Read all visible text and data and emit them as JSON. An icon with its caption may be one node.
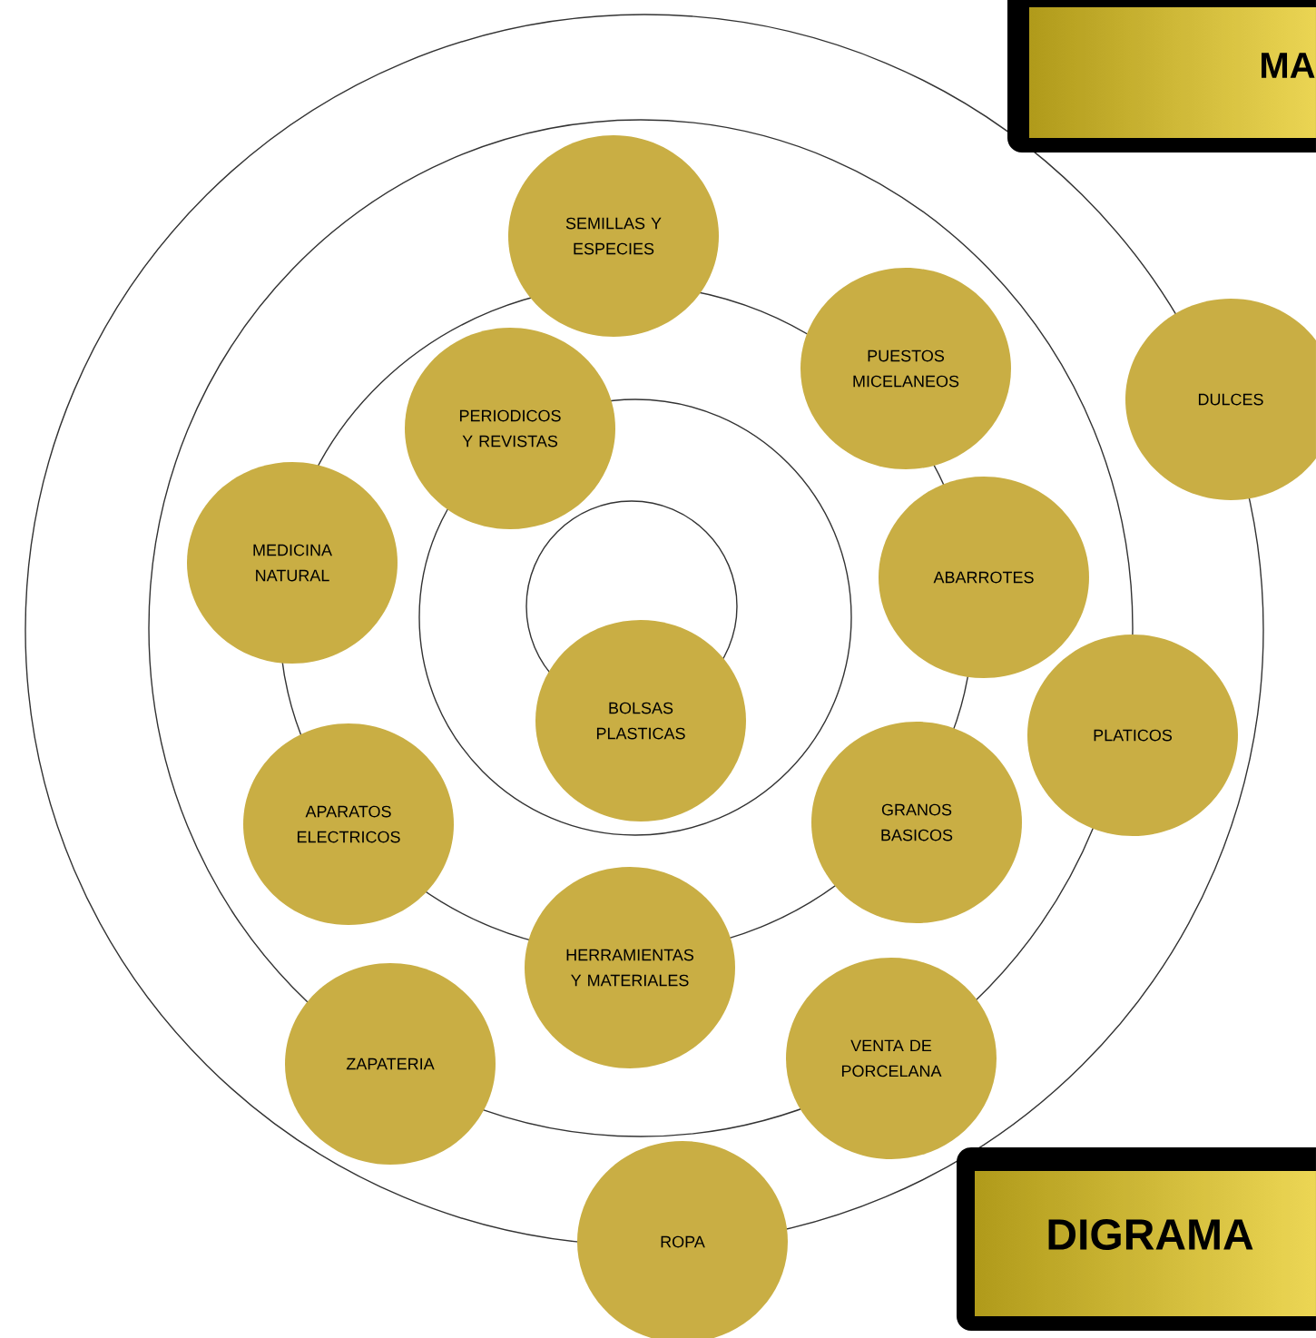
{
  "diagram": {
    "nodes": [
      {
        "text": [
          "MA"
        ]
      },
      {
        "text": [
          "SEMILLAS Y ESPECIES"
        ]
      },
      {
        "text": [
          "PUESTOS MICELANEOS"
        ]
      },
      {
        "text": [
          "DULCES"
        ]
      },
      {
        "text": [
          "PERIODICOS Y REVISTAS"
        ]
      },
      {
        "text": [
          "MEDICINA NATURAL"
        ]
      },
      {
        "text": [
          "ABARROTES"
        ]
      },
      {
        "text": [
          "BOLSAS PLASTICAS"
        ]
      },
      {
        "text": [
          "PLATICOS"
        ]
      },
      {
        "text": [
          "APARATOS ELECTRICOS"
        ]
      },
      {
        "text": [
          "GRANOS BASICOS"
        ]
      },
      {
        "text": [
          "HERRAMIENTAS Y MATERIALES"
        ]
      },
      {
        "text": [
          "ZAPATERIA"
        ]
      },
      {
        "text": [
          "VENTA DE PORCELANA"
        ]
      },
      {
        "text": [
          "DIGRAMA"
        ]
      },
      {
        "text": [
          "ROPA"
        ]
      }
    ]
  }
}
